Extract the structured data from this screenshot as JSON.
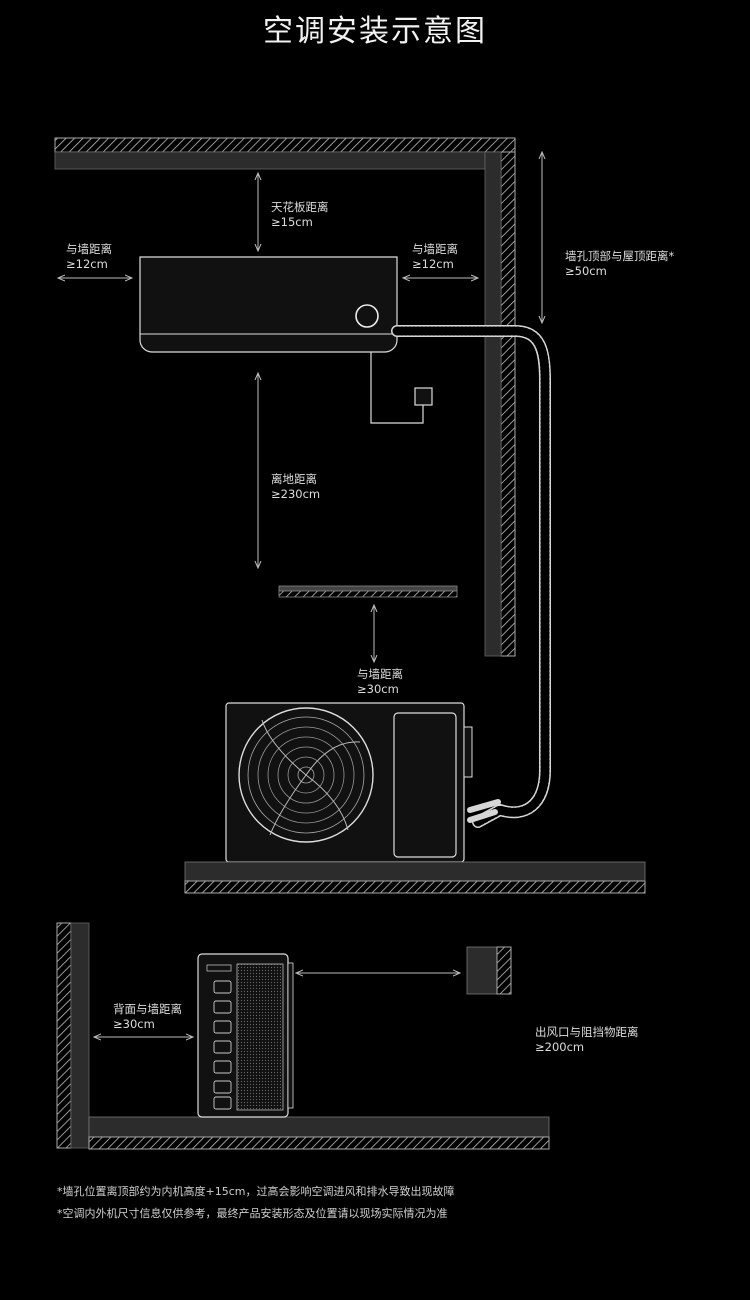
{
  "title": "空调安装示意图",
  "labels": {
    "ceiling": {
      "name": "天花板距离",
      "value": "≥15cm"
    },
    "left_wall": {
      "name": "与墙距离",
      "value": "≥12cm"
    },
    "right_wall": {
      "name": "与墙距离",
      "value": "≥12cm"
    },
    "hole_roof": {
      "name": "墙孔顶部与屋顶距离*",
      "value": "≥50cm"
    },
    "floor": {
      "name": "离地距离",
      "value": "≥230cm"
    },
    "outdoor_wall": {
      "name": "与墙距离",
      "value": "≥30cm"
    },
    "back_wall": {
      "name": "背面与墙距离",
      "value": "≥30cm"
    },
    "outlet_obstacle": {
      "name": "出风口与阻挡物距离",
      "value": "≥200cm"
    }
  },
  "notes": [
    "*墙孔位置离顶部约为内机高度+15cm，过高会影响空调进风和排水导致出现故障",
    "*空调内外机尺寸信息仅供参考，最终产品安装形态及位置请以现场实际情况为准"
  ]
}
